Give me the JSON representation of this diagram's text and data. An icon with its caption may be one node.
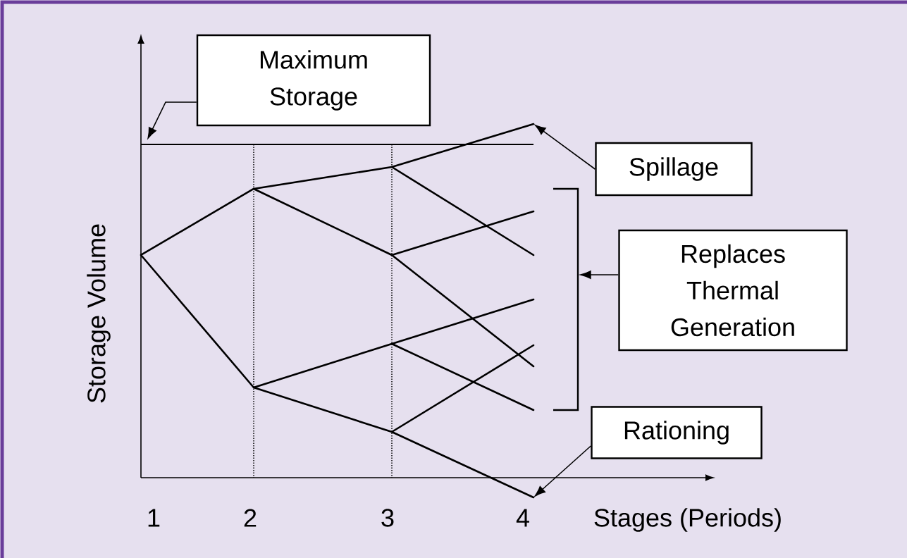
{
  "diagram": {
    "nodes": [
      {
        "text": [
          "Maximum Storage"
        ]
      },
      {
        "text": [
          "Spillage"
        ]
      },
      {
        "text": [
          "Replaces Thermal Generation"
        ]
      },
      {
        "text": [
          "Rationing"
        ]
      },
      {
        "text": [],
        "shape": "bracket"
      },
      {
        "text": [],
        "shape": "line"
      },
      {
        "text": [],
        "shape": "branch"
      }
    ],
    "edges": [
      {
        "from": 0,
        "to": 5,
        "arrow": "to"
      },
      {
        "from": 1,
        "to": 6,
        "arrow": "to"
      },
      {
        "from": 2,
        "to": 4,
        "arrow": "to"
      },
      {
        "from": 3,
        "to": null,
        "arrow": "to"
      }
    ],
    "labels": [
      "Storage Volume",
      "1",
      "2",
      "3",
      "4",
      "Stages (Periods)"
    ]
  }
}
